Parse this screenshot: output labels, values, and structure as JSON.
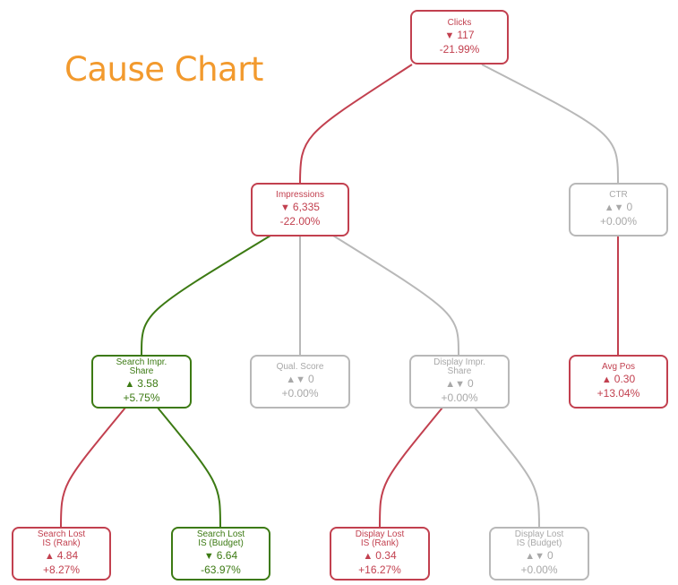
{
  "title": "Cause Chart",
  "colors": {
    "negative": "#c2404f",
    "positive": "#3c7a13",
    "neutral": "#b8b8b8",
    "title": "#f29a2e"
  },
  "nodes": {
    "clicks": {
      "name": "Clicks",
      "arrow": "▼",
      "value": "117",
      "pct": "-21.99%",
      "status": "red"
    },
    "impressions": {
      "name": "Impressions",
      "arrow": "▼",
      "value": "6,335",
      "pct": "-22.00%",
      "status": "red"
    },
    "ctr": {
      "name": "CTR",
      "arrow": "▲▼",
      "value": "0",
      "pct": "+0.00%",
      "status": "gray"
    },
    "search_impr": {
      "name": "Search Impr. Share",
      "arrow": "▲",
      "value": "3.58",
      "pct": "+5.75%",
      "status": "green"
    },
    "qual_score": {
      "name": "Qual. Score",
      "arrow": "▲▼",
      "value": "0",
      "pct": "+0.00%",
      "status": "gray"
    },
    "display_impr": {
      "name": "Display Impr. Share",
      "arrow": "▲▼",
      "value": "0",
      "pct": "+0.00%",
      "status": "gray"
    },
    "avg_pos": {
      "name": "Avg Pos",
      "arrow": "▲",
      "value": "0.30",
      "pct": "+13.04%",
      "status": "red"
    },
    "search_lost_rank": {
      "name": "Search Lost IS (Rank)",
      "arrow": "▲",
      "value": "4.84",
      "pct": "+8.27%",
      "status": "red"
    },
    "search_lost_budget": {
      "name": "Search Lost IS (Budget)",
      "arrow": "▼",
      "value": "6.64",
      "pct": "-63.97%",
      "status": "green"
    },
    "display_lost_rank": {
      "name": "Display Lost IS (Rank)",
      "arrow": "▲",
      "value": "0.34",
      "pct": "+16.27%",
      "status": "red"
    },
    "display_lost_budget": {
      "name": "Display Lost IS (Budget)",
      "arrow": "▲▼",
      "value": "0",
      "pct": "+0.00%",
      "status": "gray"
    }
  }
}
